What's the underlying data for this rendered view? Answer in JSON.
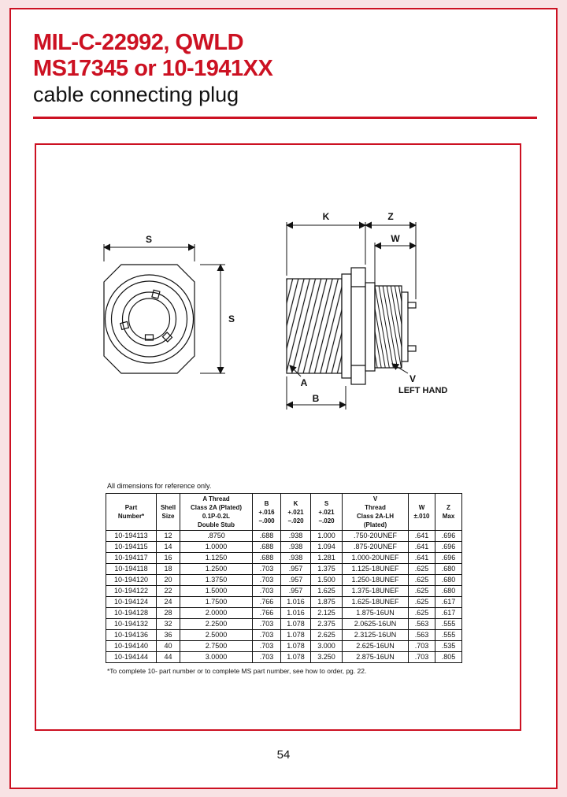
{
  "colors": {
    "accent": "#cc1122",
    "page_bg": "#f8e2e4"
  },
  "header": {
    "title_line1": "MIL-C-22992, QWLD",
    "title_line2": "MS17345 or 10-1941XX",
    "subtitle": "cable connecting plug"
  },
  "diagram": {
    "s_top": "S",
    "s_side": "S",
    "k": "K",
    "z": "Z",
    "w": "W",
    "a": "A",
    "b": "B",
    "v": "V",
    "left_hand": "LEFT HAND"
  },
  "table": {
    "note": "All dimensions for reference only.",
    "headers": [
      [
        "Part",
        "Number*"
      ],
      [
        "Shell",
        "Size"
      ],
      [
        "A Thread",
        "Class 2A (Plated)",
        "0.1P-0.2L",
        "Double Stub"
      ],
      [
        "B",
        "+.016",
        "−.000"
      ],
      [
        "K",
        "+.021",
        "−.020"
      ],
      [
        "S",
        "+.021",
        "−.020"
      ],
      [
        "V",
        "Thread",
        "Class 2A-LH",
        "(Plated)"
      ],
      [
        "W",
        "±.010"
      ],
      [
        "Z",
        "Max"
      ]
    ],
    "rows": [
      [
        "10-194113",
        "12",
        ".8750",
        ".688",
        ".938",
        "1.000",
        ".750-20UNEF",
        ".641",
        ".696"
      ],
      [
        "10-194115",
        "14",
        "1.0000",
        ".688",
        ".938",
        "1.094",
        ".875-20UNEF",
        ".641",
        ".696"
      ],
      [
        "10-194117",
        "16",
        "1.1250",
        ".688",
        ".938",
        "1.281",
        "1.000-20UNEF",
        ".641",
        ".696"
      ],
      [
        "10-194118",
        "18",
        "1.2500",
        ".703",
        ".957",
        "1.375",
        "1.125-18UNEF",
        ".625",
        ".680"
      ],
      [
        "10-194120",
        "20",
        "1.3750",
        ".703",
        ".957",
        "1.500",
        "1.250-18UNEF",
        ".625",
        ".680"
      ],
      [
        "10-194122",
        "22",
        "1.5000",
        ".703",
        ".957",
        "1.625",
        "1.375-18UNEF",
        ".625",
        ".680"
      ],
      [
        "10-194124",
        "24",
        "1.7500",
        ".766",
        "1.016",
        "1.875",
        "1.625-18UNEF",
        ".625",
        ".617"
      ],
      [
        "10-194128",
        "28",
        "2.0000",
        ".766",
        "1.016",
        "2.125",
        "1.875-16UN",
        ".625",
        ".617"
      ],
      [
        "10-194132",
        "32",
        "2.2500",
        ".703",
        "1.078",
        "2.375",
        "2.0625-16UN",
        ".563",
        ".555"
      ],
      [
        "10-194136",
        "36",
        "2.5000",
        ".703",
        "1.078",
        "2.625",
        "2.3125-16UN",
        ".563",
        ".555"
      ],
      [
        "10-194140",
        "40",
        "2.7500",
        ".703",
        "1.078",
        "3.000",
        "2.625-16UN",
        ".703",
        ".535"
      ],
      [
        "10-194144",
        "44",
        "3.0000",
        ".703",
        "1.078",
        "3.250",
        "2.875-16UN",
        ".703",
        ".805"
      ]
    ],
    "footnote": "*To complete 10- part number or to complete MS part number, see how to order, pg. 22."
  },
  "footer": {
    "page_number": "54"
  }
}
